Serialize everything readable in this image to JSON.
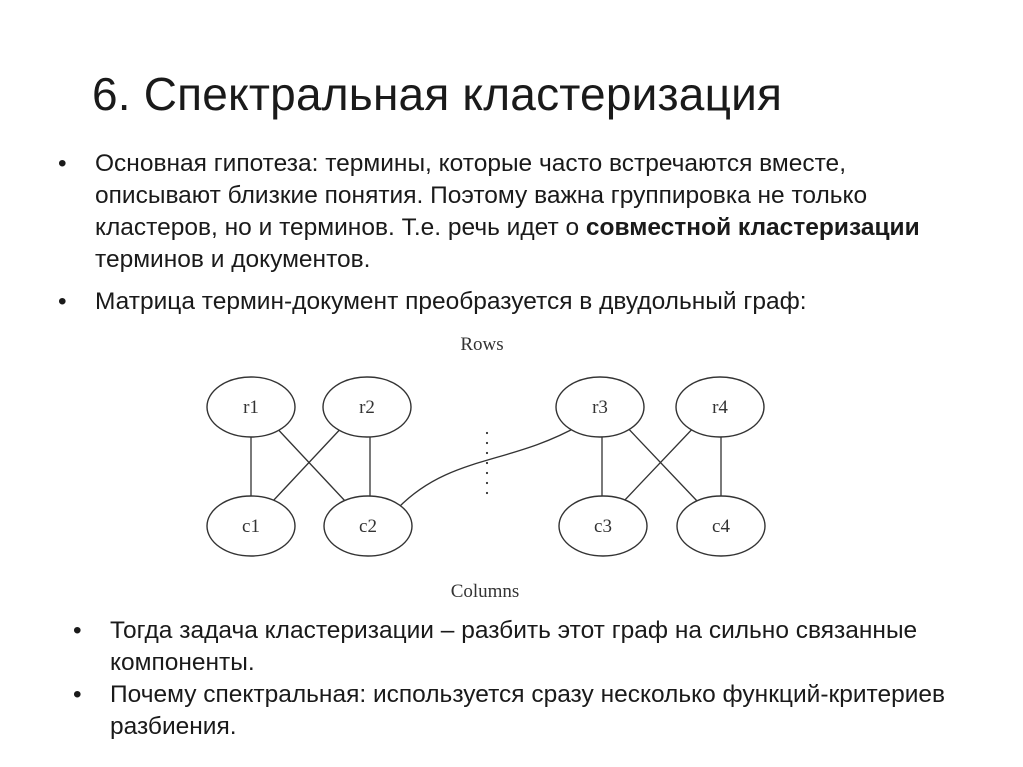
{
  "slide": {
    "title": "6. Спектральная кластеризация"
  },
  "bullets_top": [
    {
      "seg1": "Основная гипотеза: термины, которые часто встречаются вместе, описывают близкие понятия. Поэтому важна группировка не только кластеров, но и терминов. Т.е. речь идет о ",
      "bold": "совместной кластеризации",
      "seg2": " терминов и документов."
    },
    {
      "text": "Матрица термин-документ преобразуется в двудольный граф:"
    }
  ],
  "graph": {
    "rows_label": "Rows",
    "columns_label": "Columns",
    "row_nodes": [
      "r1",
      "r2",
      "r3",
      "r4"
    ],
    "column_nodes": [
      "c1",
      "c2",
      "c3",
      "c4"
    ],
    "edge_color": "#333333"
  },
  "bullets_bottom": [
    "Тогда задача кластеризации – разбить этот граф на сильно связанные компоненты.",
    "Почему спектральная: используется сразу несколько функций-критериев разбиения."
  ],
  "bullet_glyph": "•"
}
